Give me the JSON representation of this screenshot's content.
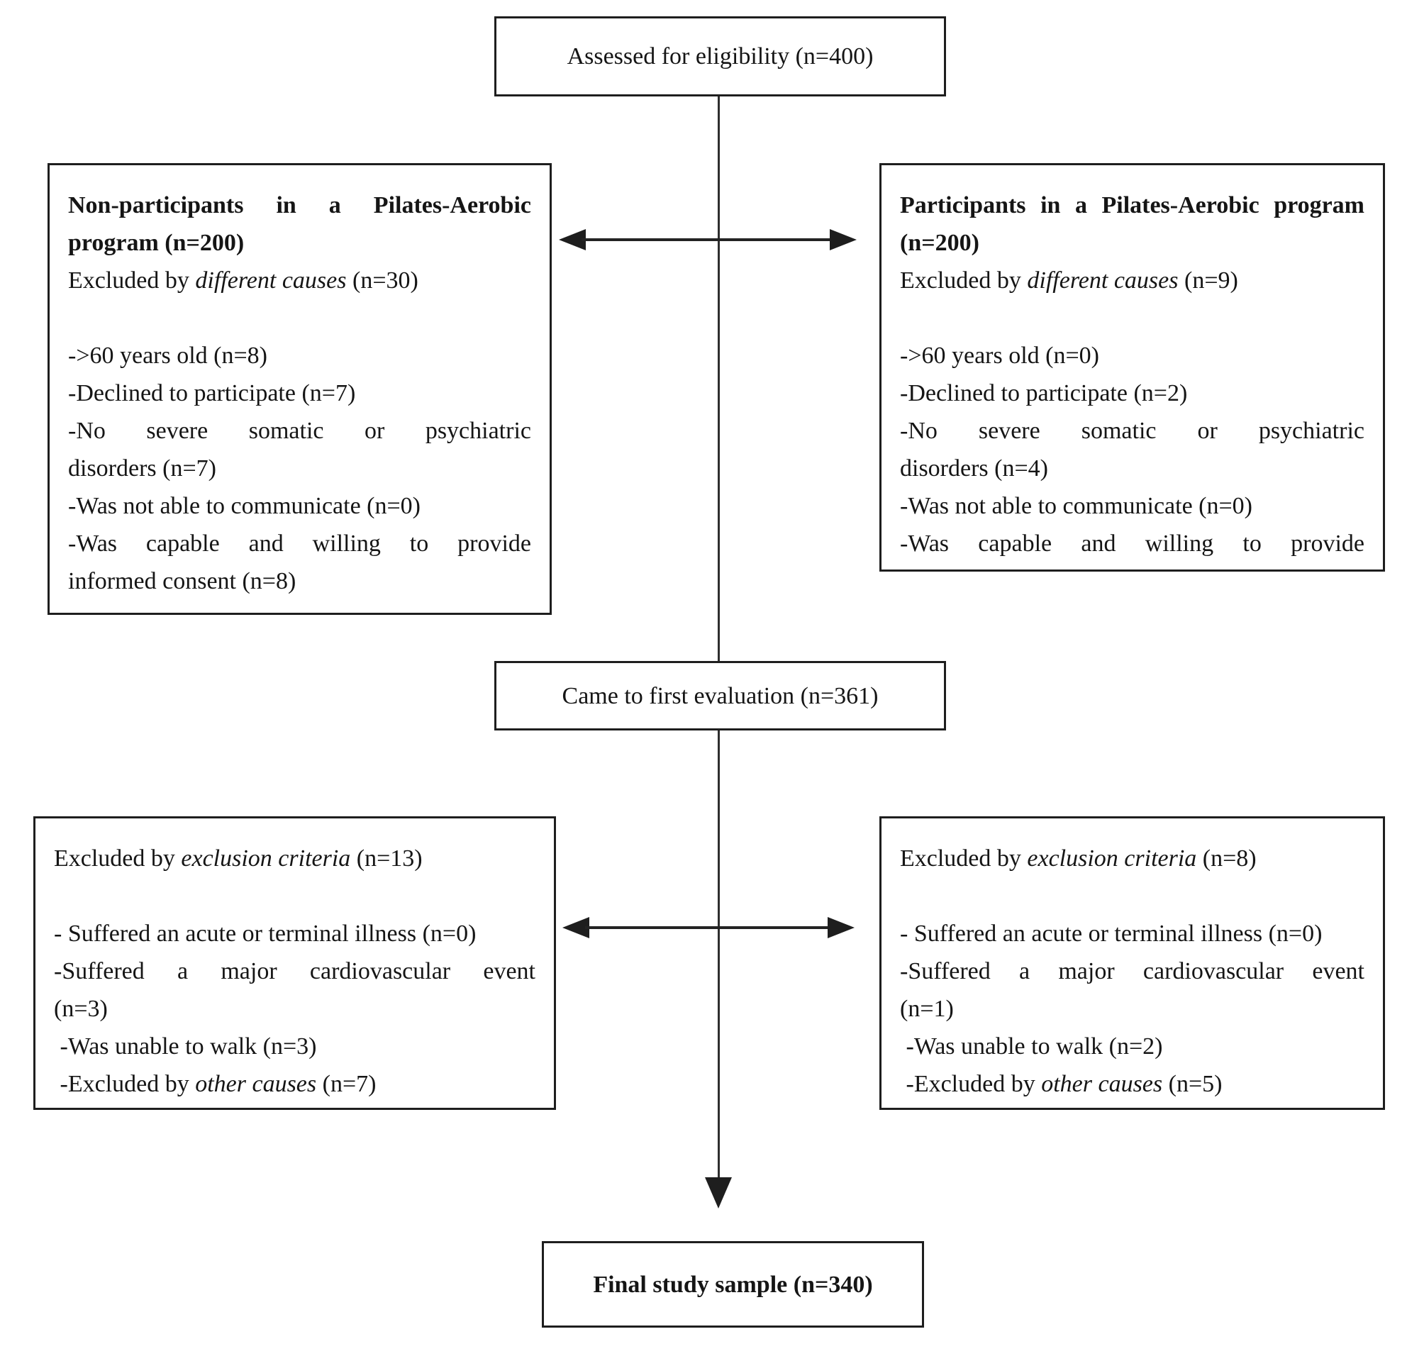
{
  "figure": {
    "type": "study-flow-diagram"
  },
  "colors": {
    "background": "#ffffff",
    "box_background": "#ffffff",
    "border": "#1e1e1e",
    "text": "#151515",
    "connector": "#2e2e2e"
  },
  "boxes": {
    "assessed": {
      "lines": [
        {
          "segments": [
            {
              "text": "Assessed for eligibility (n=400)"
            }
          ]
        }
      ]
    },
    "non_participants": {
      "lines": [
        {
          "bold": true,
          "justify": true,
          "segments": [
            {
              "text": "Non-participants in a Pilates-Aerobic"
            }
          ]
        },
        {
          "bold": true,
          "segments": [
            {
              "text": "program (n=200)"
            }
          ]
        },
        {
          "segments": [
            {
              "text": "Excluded by "
            },
            {
              "text": "different causes",
              "italic": true
            },
            {
              "text": " (n=30)"
            }
          ]
        },
        {
          "blank": true
        },
        {
          "segments": [
            {
              "text": "->60 years old (n=8)"
            }
          ]
        },
        {
          "segments": [
            {
              "text": "-Declined to participate (n=7)"
            }
          ]
        },
        {
          "justify": true,
          "segments": [
            {
              "text": "-No severe somatic or psychiatric"
            }
          ]
        },
        {
          "segments": [
            {
              "text": "disorders (n=7)"
            }
          ]
        },
        {
          "segments": [
            {
              "text": "-Was not able to communicate (n=0)"
            }
          ]
        },
        {
          "justify": true,
          "segments": [
            {
              "text": "-Was capable and willing to provide"
            }
          ]
        },
        {
          "segments": [
            {
              "text": "informed consent (n=8)"
            }
          ]
        }
      ]
    },
    "participants": {
      "lines": [
        {
          "bold": true,
          "justify": true,
          "segments": [
            {
              "text": "Participants in a Pilates-Aerobic program"
            }
          ]
        },
        {
          "bold": true,
          "segments": [
            {
              "text": "(n=200)"
            }
          ]
        },
        {
          "segments": [
            {
              "text": "Excluded by "
            },
            {
              "text": "different causes",
              "italic": true
            },
            {
              "text": " (n=9)"
            }
          ]
        },
        {
          "blank": true
        },
        {
          "segments": [
            {
              "text": "->60 years old (n=0)"
            }
          ]
        },
        {
          "segments": [
            {
              "text": "-Declined to participate (n=2)"
            }
          ]
        },
        {
          "justify": true,
          "segments": [
            {
              "text": "-No severe somatic or psychiatric"
            }
          ]
        },
        {
          "segments": [
            {
              "text": "disorders (n=4)"
            }
          ]
        },
        {
          "segments": [
            {
              "text": "-Was not able to communicate (n=0)"
            }
          ]
        },
        {
          "justify": true,
          "segments": [
            {
              "text": "-Was capable and willing to provide"
            }
          ]
        }
      ]
    },
    "first_evaluation": {
      "lines": [
        {
          "segments": [
            {
              "text": "Came to first evaluation (n=361)"
            }
          ]
        }
      ]
    },
    "excluded_left": {
      "lines": [
        {
          "segments": [
            {
              "text": "Excluded by "
            },
            {
              "text": "exclusion criteria",
              "italic": true
            },
            {
              "text": " (n=13)"
            }
          ]
        },
        {
          "blank": true
        },
        {
          "segments": [
            {
              "text": "- Suffered an acute or terminal illness (n=0)"
            }
          ]
        },
        {
          "justify": true,
          "segments": [
            {
              "text": "-Suffered a major cardiovascular event"
            }
          ]
        },
        {
          "segments": [
            {
              "text": "(n=3)"
            }
          ]
        },
        {
          "segments": [
            {
              "text": " -Was unable to walk (n=3)"
            }
          ]
        },
        {
          "segments": [
            {
              "text": " -Excluded by "
            },
            {
              "text": "other causes",
              "italic": true
            },
            {
              "text": " (n=7)"
            }
          ]
        }
      ]
    },
    "excluded_right": {
      "lines": [
        {
          "segments": [
            {
              "text": "Excluded by "
            },
            {
              "text": "exclusion criteria",
              "italic": true
            },
            {
              "text": " (n=8)"
            }
          ]
        },
        {
          "blank": true
        },
        {
          "segments": [
            {
              "text": "- Suffered an acute or terminal illness (n=0)"
            }
          ]
        },
        {
          "justify": true,
          "segments": [
            {
              "text": "-Suffered a major cardiovascular event"
            }
          ]
        },
        {
          "segments": [
            {
              "text": "(n=1)"
            }
          ]
        },
        {
          "segments": [
            {
              "text": " -Was unable to walk (n=2)"
            }
          ]
        },
        {
          "segments": [
            {
              "text": " -Excluded by "
            },
            {
              "text": "other causes",
              "italic": true
            },
            {
              "text": " (n=5)"
            }
          ]
        }
      ]
    },
    "final_sample": {
      "lines": [
        {
          "bold": true,
          "segments": [
            {
              "text": "Final study sample (n=340)"
            }
          ]
        }
      ]
    }
  }
}
